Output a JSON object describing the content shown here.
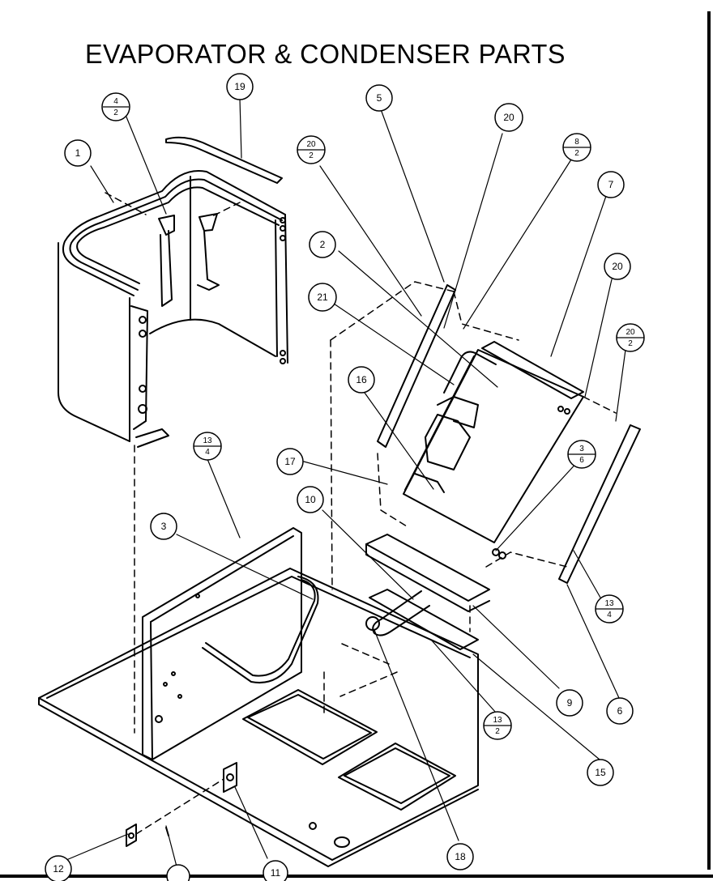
{
  "title": "EVAPORATOR & CONDENSER PARTS",
  "callouts": [
    {
      "id": "c-1",
      "label": "1"
    },
    {
      "id": "c-4-2",
      "label": "4/2",
      "top": "4",
      "bottom": "2"
    },
    {
      "id": "c-19",
      "label": "19"
    },
    {
      "id": "c-5",
      "label": "5"
    },
    {
      "id": "c-20a",
      "label": "20"
    },
    {
      "id": "c-20-2a",
      "label": "20/2",
      "top": "20",
      "bottom": "2"
    },
    {
      "id": "c-8-2",
      "label": "8/2",
      "top": "8",
      "bottom": "2"
    },
    {
      "id": "c-7",
      "label": "7"
    },
    {
      "id": "c-2",
      "label": "2"
    },
    {
      "id": "c-20b",
      "label": "20"
    },
    {
      "id": "c-21",
      "label": "21"
    },
    {
      "id": "c-20-2b",
      "label": "20/2",
      "top": "20",
      "bottom": "2"
    },
    {
      "id": "c-16",
      "label": "16"
    },
    {
      "id": "c-13-4a",
      "label": "13/4",
      "top": "13",
      "bottom": "4"
    },
    {
      "id": "c-17",
      "label": "17"
    },
    {
      "id": "c-3-6",
      "label": "3/6",
      "top": "3",
      "bottom": "6"
    },
    {
      "id": "c-3",
      "label": "3"
    },
    {
      "id": "c-10",
      "label": "10"
    },
    {
      "id": "c-13-4b",
      "label": "13/4",
      "top": "13",
      "bottom": "4"
    },
    {
      "id": "c-9",
      "label": "9"
    },
    {
      "id": "c-6",
      "label": "6"
    },
    {
      "id": "c-13-2",
      "label": "13/2",
      "top": "13",
      "bottom": "2"
    },
    {
      "id": "c-15",
      "label": "15"
    },
    {
      "id": "c-18",
      "label": "18"
    },
    {
      "id": "c-12",
      "label": "12"
    },
    {
      "id": "c-11",
      "label": "11"
    },
    {
      "id": "c-14",
      "label": ""
    }
  ]
}
